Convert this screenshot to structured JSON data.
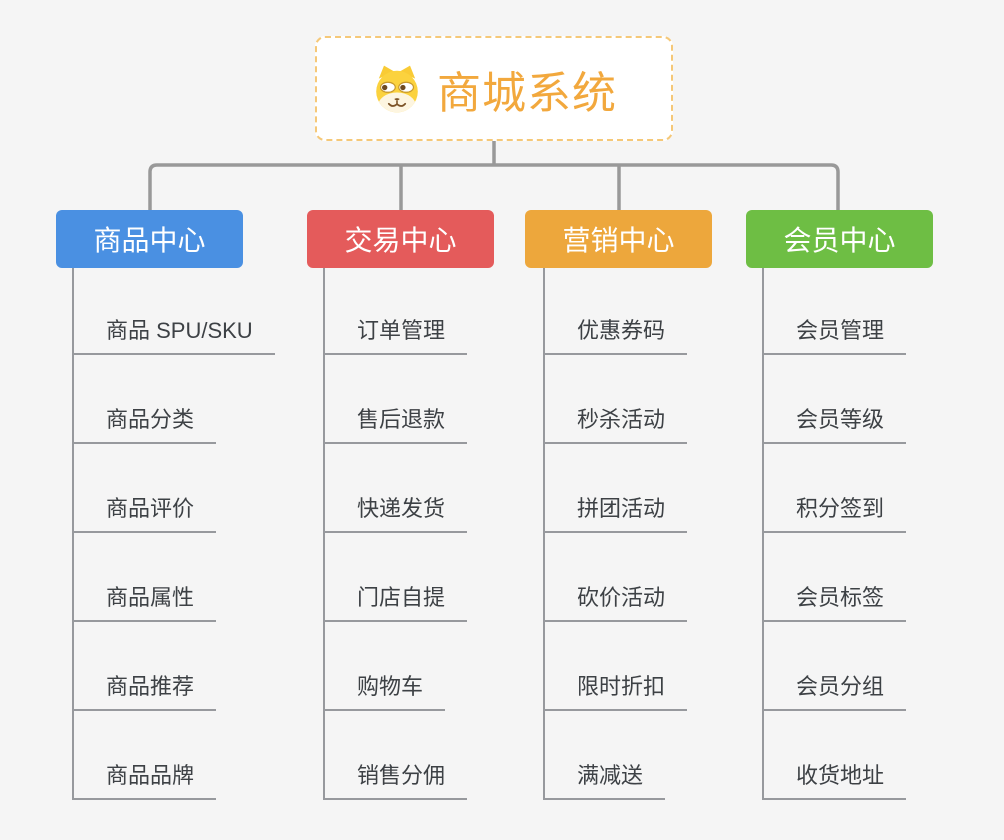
{
  "root": {
    "title": "商城系统",
    "icon": "dog-face-icon"
  },
  "branches": [
    {
      "label": "商品中心",
      "color": "#4a90e2",
      "children": [
        "商品 SPU/SKU",
        "商品分类",
        "商品评价",
        "商品属性",
        "商品推荐",
        "商品品牌"
      ]
    },
    {
      "label": "交易中心",
      "color": "#e45b5b",
      "children": [
        "订单管理",
        "售后退款",
        "快递发货",
        "门店自提",
        "购物车",
        "销售分佣"
      ]
    },
    {
      "label": "营销中心",
      "color": "#eda73c",
      "children": [
        "优惠券码",
        "秒杀活动",
        "拼团活动",
        "砍价活动",
        "限时折扣",
        "满减送"
      ]
    },
    {
      "label": "会员中心",
      "color": "#6ebe44",
      "children": [
        "会员管理",
        "会员等级",
        "积分签到",
        "会员标签",
        "会员分组",
        "收货地址"
      ]
    }
  ],
  "colors": {
    "background": "#f5f5f5",
    "root_border": "#f5c878",
    "root_title": "#f2a83d",
    "connector_line": "#999999",
    "leaf_line": "#97999d",
    "leaf_text": "#3d4145"
  }
}
